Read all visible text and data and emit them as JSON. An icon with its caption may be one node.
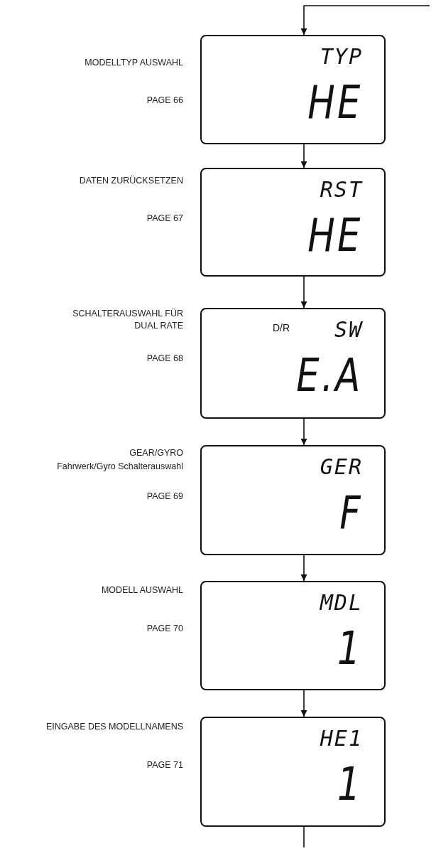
{
  "diagram": {
    "nodes": [
      {
        "text": [
          "TYP",
          "HE"
        ],
        "beside": [
          "MODELLTYP AUSWAHL",
          "PAGE 66"
        ]
      },
      {
        "text": [
          "RST",
          "HE"
        ],
        "beside": [
          "DATEN ZURÜCKSETZEN",
          "PAGE 67"
        ]
      },
      {
        "text": [
          "D/R",
          "SW",
          "E.A"
        ],
        "beside": [
          "SCHALTERAUSWAHL FÜR DUAL RATE",
          "PAGE 68"
        ]
      },
      {
        "text": [
          "GER",
          "F"
        ],
        "beside": [
          "GEAR/GYRO",
          "Fahrwerk/Gyro Schalterauswahl",
          "PAGE 69"
        ]
      },
      {
        "text": [
          "MDL",
          "1"
        ],
        "beside": [
          "MODELL AUSWAHL",
          "PAGE 70"
        ]
      },
      {
        "text": [
          "HE1",
          "1"
        ],
        "beside": [
          "EINGABE DES MODELLNAMENS",
          "PAGE 71"
        ]
      }
    ],
    "edges": [
      {
        "from": null,
        "to": 0,
        "arrow": "to"
      },
      {
        "from": 0,
        "to": 1,
        "arrow": "to"
      },
      {
        "from": 1,
        "to": 2,
        "arrow": "to"
      },
      {
        "from": 2,
        "to": 3,
        "arrow": "to"
      },
      {
        "from": 3,
        "to": 4,
        "arrow": "to"
      },
      {
        "from": 4,
        "to": 5,
        "arrow": "to"
      },
      {
        "from": 5,
        "to": null,
        "arrow": "none"
      }
    ]
  }
}
